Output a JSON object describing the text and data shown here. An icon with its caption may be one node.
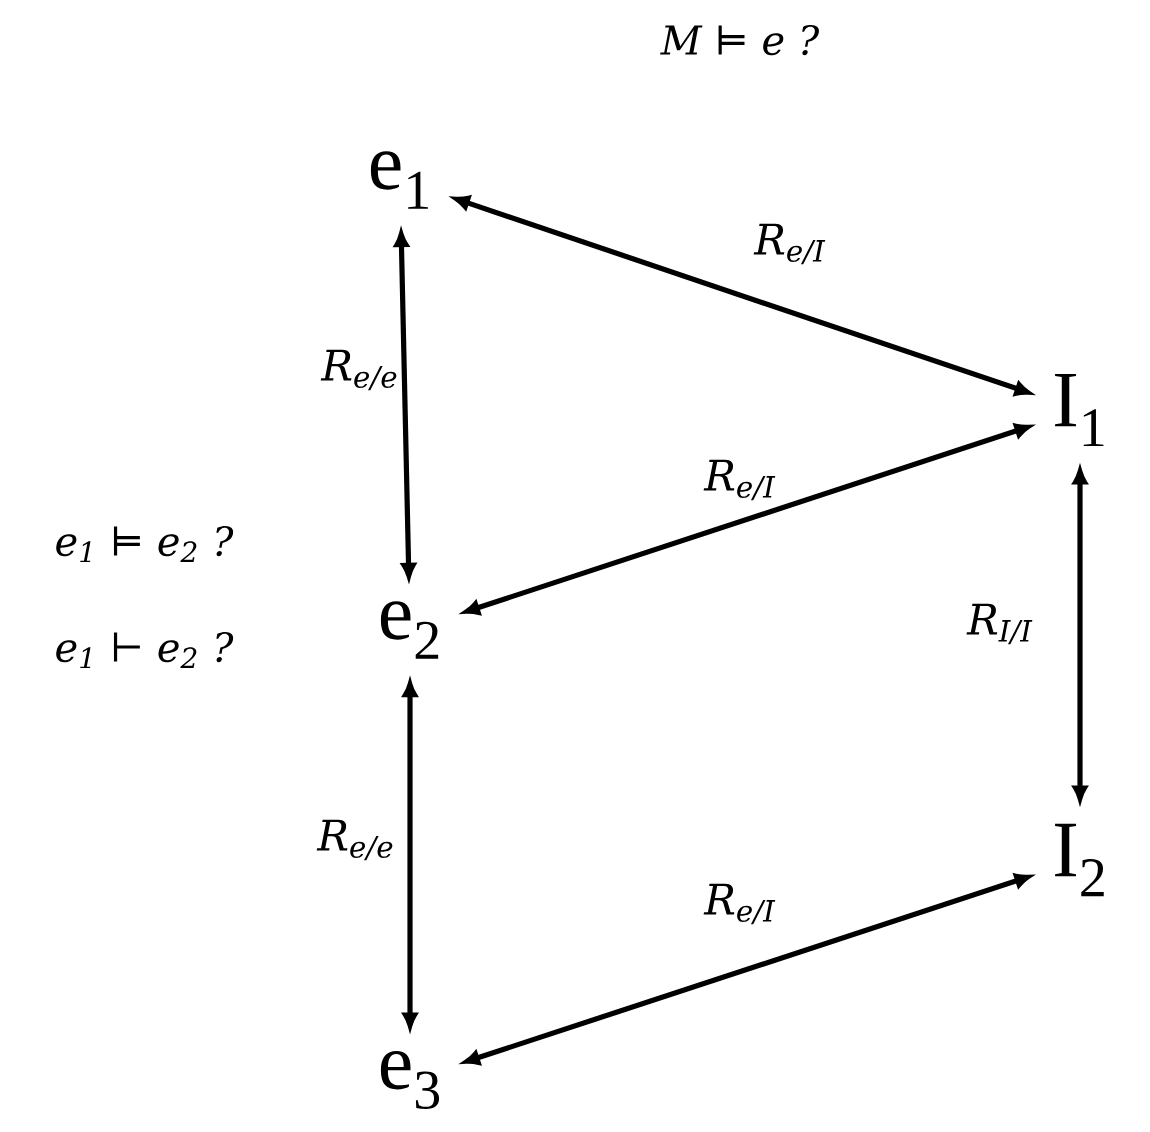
{
  "diagram": {
    "nodes": [
      {
        "text": [
          "e$_{1}$"
        ]
      },
      {
        "text": [
          "e$_{2}$"
        ]
      },
      {
        "text": [
          "e$_{3}$"
        ]
      },
      {
        "text": [
          "I$_{1}$"
        ]
      },
      {
        "text": [
          "I$_{2}$"
        ]
      }
    ],
    "edges": [
      {
        "from": 0,
        "to": 3,
        "arrow": "both",
        "label": "R$_{e/I}$"
      },
      {
        "from": 0,
        "to": 1,
        "arrow": "both",
        "label": "R$_{e/e}$"
      },
      {
        "from": 1,
        "to": 3,
        "arrow": "both",
        "label": "R$_{e/I}$"
      },
      {
        "from": 3,
        "to": 4,
        "arrow": "both",
        "label": "R$_{I/I}$"
      },
      {
        "from": 1,
        "to": 2,
        "arrow": "both",
        "label": "R$_{e/e}$"
      },
      {
        "from": 2,
        "to": 4,
        "arrow": "both",
        "label": "R$_{e/I}$"
      }
    ],
    "labels": [
      "M ⊨ e ?",
      "e$_{1}$ ⊨ e$_{2}$ ?",
      "e$_{1}$ ⊢ e$_{2}$ ?"
    ]
  }
}
